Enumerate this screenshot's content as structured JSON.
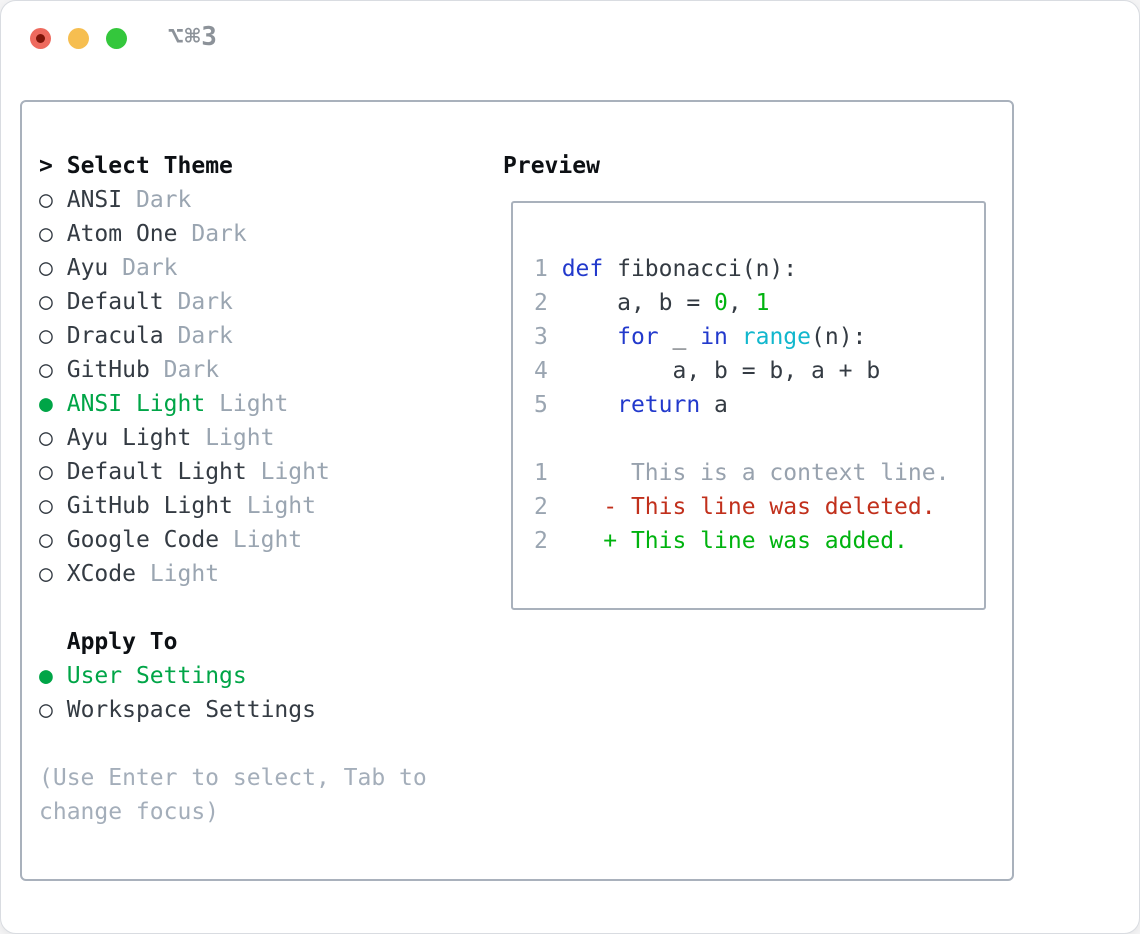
{
  "window": {
    "title": "⌥⌘3",
    "controls": [
      {
        "id": "close",
        "color": "#ee6a5e"
      },
      {
        "id": "minimize",
        "color": "#f6be50"
      },
      {
        "id": "zoom",
        "color": "#34c73c"
      }
    ]
  },
  "markers": {
    "header": ">",
    "selected": "●",
    "unselected": "○"
  },
  "theme_panel": {
    "header": "Select Theme",
    "items": [
      {
        "name": "ANSI",
        "variant": "Dark",
        "selected": false
      },
      {
        "name": "Atom One",
        "variant": "Dark",
        "selected": false
      },
      {
        "name": "Ayu",
        "variant": "Dark",
        "selected": false
      },
      {
        "name": "Default",
        "variant": "Dark",
        "selected": false
      },
      {
        "name": "Dracula",
        "variant": "Dark",
        "selected": false
      },
      {
        "name": "GitHub",
        "variant": "Dark",
        "selected": false
      },
      {
        "name": "ANSI Light",
        "variant": "Light",
        "selected": true
      },
      {
        "name": "Ayu Light",
        "variant": "Light",
        "selected": false
      },
      {
        "name": "Default Light",
        "variant": "Light",
        "selected": false
      },
      {
        "name": "GitHub Light",
        "variant": "Light",
        "selected": false
      },
      {
        "name": "Google Code",
        "variant": "Light",
        "selected": false
      },
      {
        "name": "XCode",
        "variant": "Light",
        "selected": false
      }
    ],
    "apply_to": {
      "header": "Apply To",
      "options": [
        {
          "label": "User Settings",
          "selected": true
        },
        {
          "label": "Workspace Settings",
          "selected": false
        }
      ]
    },
    "help_lines": [
      "(Use Enter to select, Tab to",
      "change focus)"
    ]
  },
  "preview": {
    "title": "Preview",
    "code_lines": [
      {
        "num": "1",
        "tokens": [
          {
            "t": "def",
            "c": "kw"
          },
          {
            "t": " fibonacci(n):",
            "c": "plain"
          }
        ]
      },
      {
        "num": "2",
        "tokens": [
          {
            "t": "    a, b = ",
            "c": "plain"
          },
          {
            "t": "0",
            "c": "num"
          },
          {
            "t": ", ",
            "c": "plain"
          },
          {
            "t": "1",
            "c": "num"
          }
        ]
      },
      {
        "num": "3",
        "tokens": [
          {
            "t": "    ",
            "c": "plain"
          },
          {
            "t": "for",
            "c": "kw"
          },
          {
            "t": " _ ",
            "c": "plain"
          },
          {
            "t": "in",
            "c": "kw"
          },
          {
            "t": " ",
            "c": "plain"
          },
          {
            "t": "range",
            "c": "fn"
          },
          {
            "t": "(n):",
            "c": "plain"
          }
        ]
      },
      {
        "num": "4",
        "tokens": [
          {
            "t": "        a, b = b, a + b",
            "c": "plain"
          }
        ]
      },
      {
        "num": "5",
        "tokens": [
          {
            "t": "    ",
            "c": "plain"
          },
          {
            "t": "return",
            "c": "kw"
          },
          {
            "t": " a",
            "c": "plain"
          }
        ]
      }
    ],
    "diff_lines": [
      {
        "num": "1",
        "tokens": [
          {
            "t": "     This is a context line.",
            "c": "ctx"
          }
        ]
      },
      {
        "num": "2",
        "tokens": [
          {
            "t": "   - This line was deleted.",
            "c": "del"
          }
        ]
      },
      {
        "num": "2",
        "tokens": [
          {
            "t": "   + This line was added.",
            "c": "add"
          }
        ]
      }
    ]
  },
  "colors": {
    "keyword": "#2239cc",
    "function": "#11b7cd",
    "number": "#00b30f",
    "added": "#00b30f",
    "deleted": "#c1301c",
    "context": "#98a2ae",
    "selection": "#00a547",
    "muted": "#9aa5b1",
    "text": "#343b43",
    "heading": "#0d1014",
    "border": "#a9b1bc",
    "linenum": "#9aa5b1",
    "title_gray": "#8c9299"
  }
}
